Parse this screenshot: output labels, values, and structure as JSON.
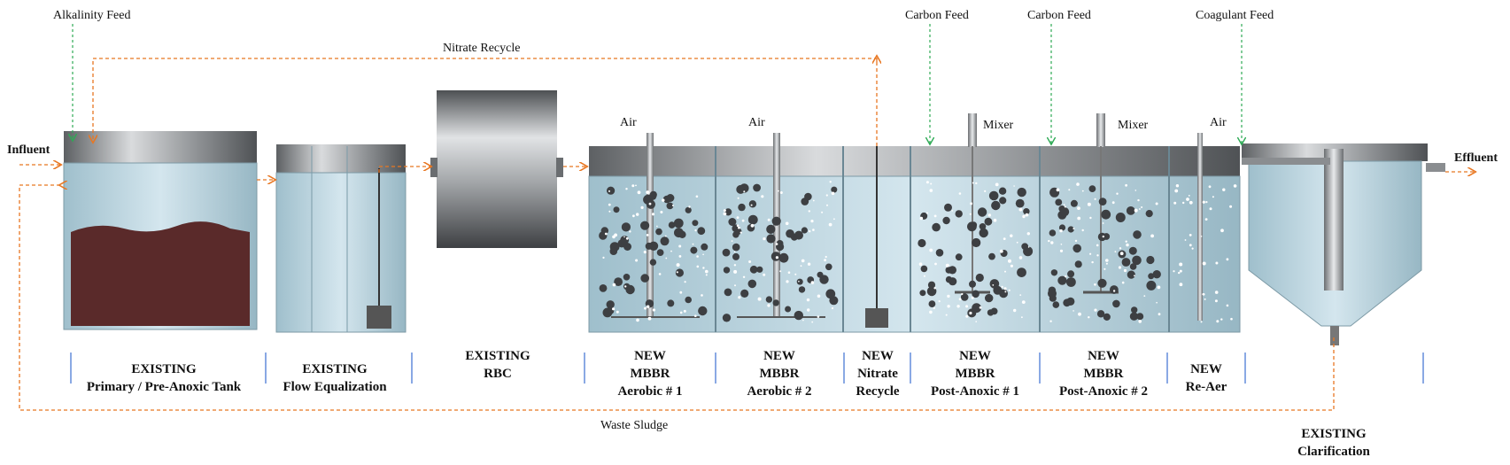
{
  "feeds": {
    "alkalinity": "Alkalinity  Feed",
    "carbon_1": "Carbon Feed",
    "carbon_2": "Carbon Feed",
    "coagulant": "Coagulant  Feed"
  },
  "flows": {
    "nitrate_recycle": "Nitrate Recycle",
    "influent": "Influent",
    "effluent": "Effluent",
    "waste_sludge": "Waste Sludge"
  },
  "equipment": {
    "air_1": "Air",
    "air_2": "Air",
    "air_3": "Air",
    "mixer_1": "Mixer",
    "mixer_2": "Mixer"
  },
  "units": [
    {
      "line1": "EXISTING",
      "line2": "Primary  / Pre-Anoxic Tank",
      "line3": ""
    },
    {
      "line1": "EXISTING",
      "line2": "Flow Equalization",
      "line3": ""
    },
    {
      "line1": "EXISTING",
      "line2": "RBC",
      "line3": ""
    },
    {
      "line1": "NEW",
      "line2": "MBBR",
      "line3": "Aerobic # 1"
    },
    {
      "line1": "NEW",
      "line2": "MBBR",
      "line3": "Aerobic # 2"
    },
    {
      "line1": "NEW",
      "line2": "Nitrate",
      "line3": "Recycle"
    },
    {
      "line1": "NEW",
      "line2": "MBBR",
      "line3": "Post-Anoxic # 1"
    },
    {
      "line1": "NEW",
      "line2": "MBBR",
      "line3": "Post-Anoxic # 2"
    },
    {
      "line1": "NEW",
      "line2": "Re-Aer",
      "line3": ""
    },
    {
      "line1": "EXISTING",
      "line2": "Clarification",
      "line3": ""
    }
  ],
  "colors": {
    "flow_arrow": "#e87722",
    "feed_arrow": "#2eaa55",
    "divider": "#3b6fd1",
    "water": "#c7dde6",
    "sludge": "#5a2a2a",
    "steel": "#8a8d90"
  }
}
